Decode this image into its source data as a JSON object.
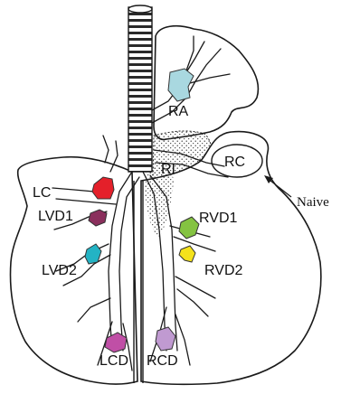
{
  "diagram": {
    "labels": {
      "ra": "RA",
      "ri": "RI",
      "rc": "RC",
      "lc": "LC",
      "lvd1": "LVD1",
      "lvd2": "LVD2",
      "rvd1": "RVD1",
      "rvd2": "RVD2",
      "lcd": "LCD",
      "rcd": "RCD"
    },
    "annotation": "Naive"
  },
  "colors": {
    "ra": "#a9d8e0",
    "lc": "#e4202a",
    "lvd1": "#8a2f5c",
    "lvd2": "#23b3c4",
    "rvd1": "#84c341",
    "rvd2": "#f4e21c",
    "lcd": "#c04fa6",
    "rcd": "#c09ad1"
  }
}
